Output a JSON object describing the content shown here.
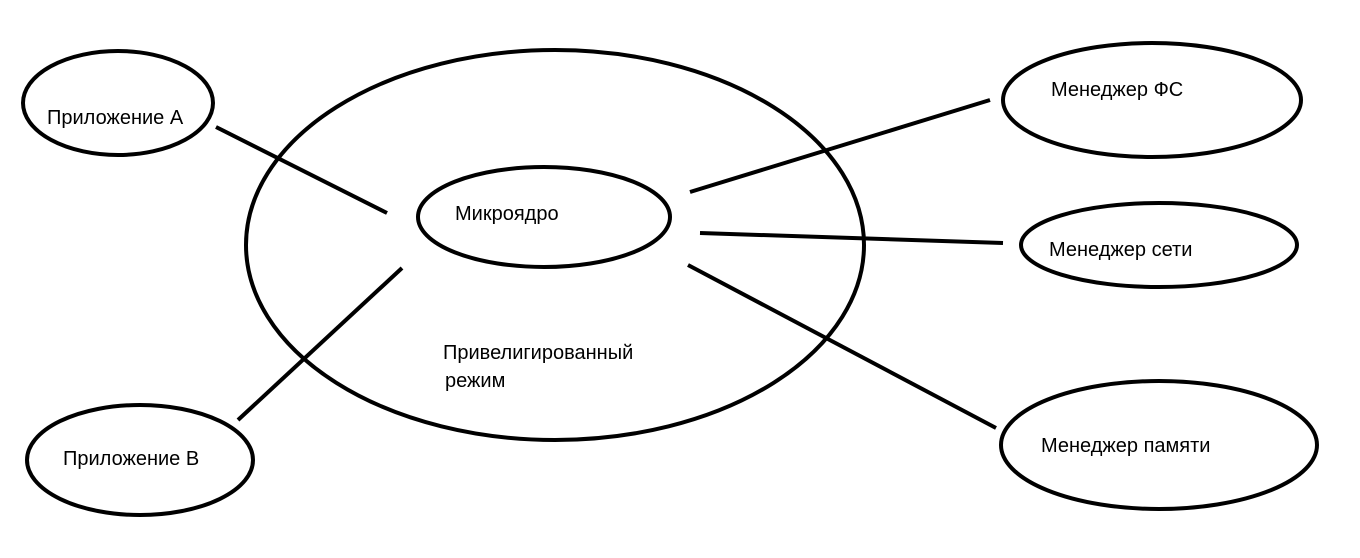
{
  "diagram": {
    "stroke_color": "#000000",
    "background": "#ffffff",
    "nodes": {
      "app_a": {
        "label": "Приложение А"
      },
      "app_b": {
        "label": "Приложение В"
      },
      "privileged_mode": {
        "label_line1": "Привелигированный",
        "label_line2": "режим"
      },
      "microkernel": {
        "label": "Микроядро"
      },
      "fs_manager": {
        "label": "Менеджер ФС"
      },
      "net_manager": {
        "label": "Менеджер сети"
      },
      "mem_manager": {
        "label": "Менеджер памяти"
      }
    }
  }
}
